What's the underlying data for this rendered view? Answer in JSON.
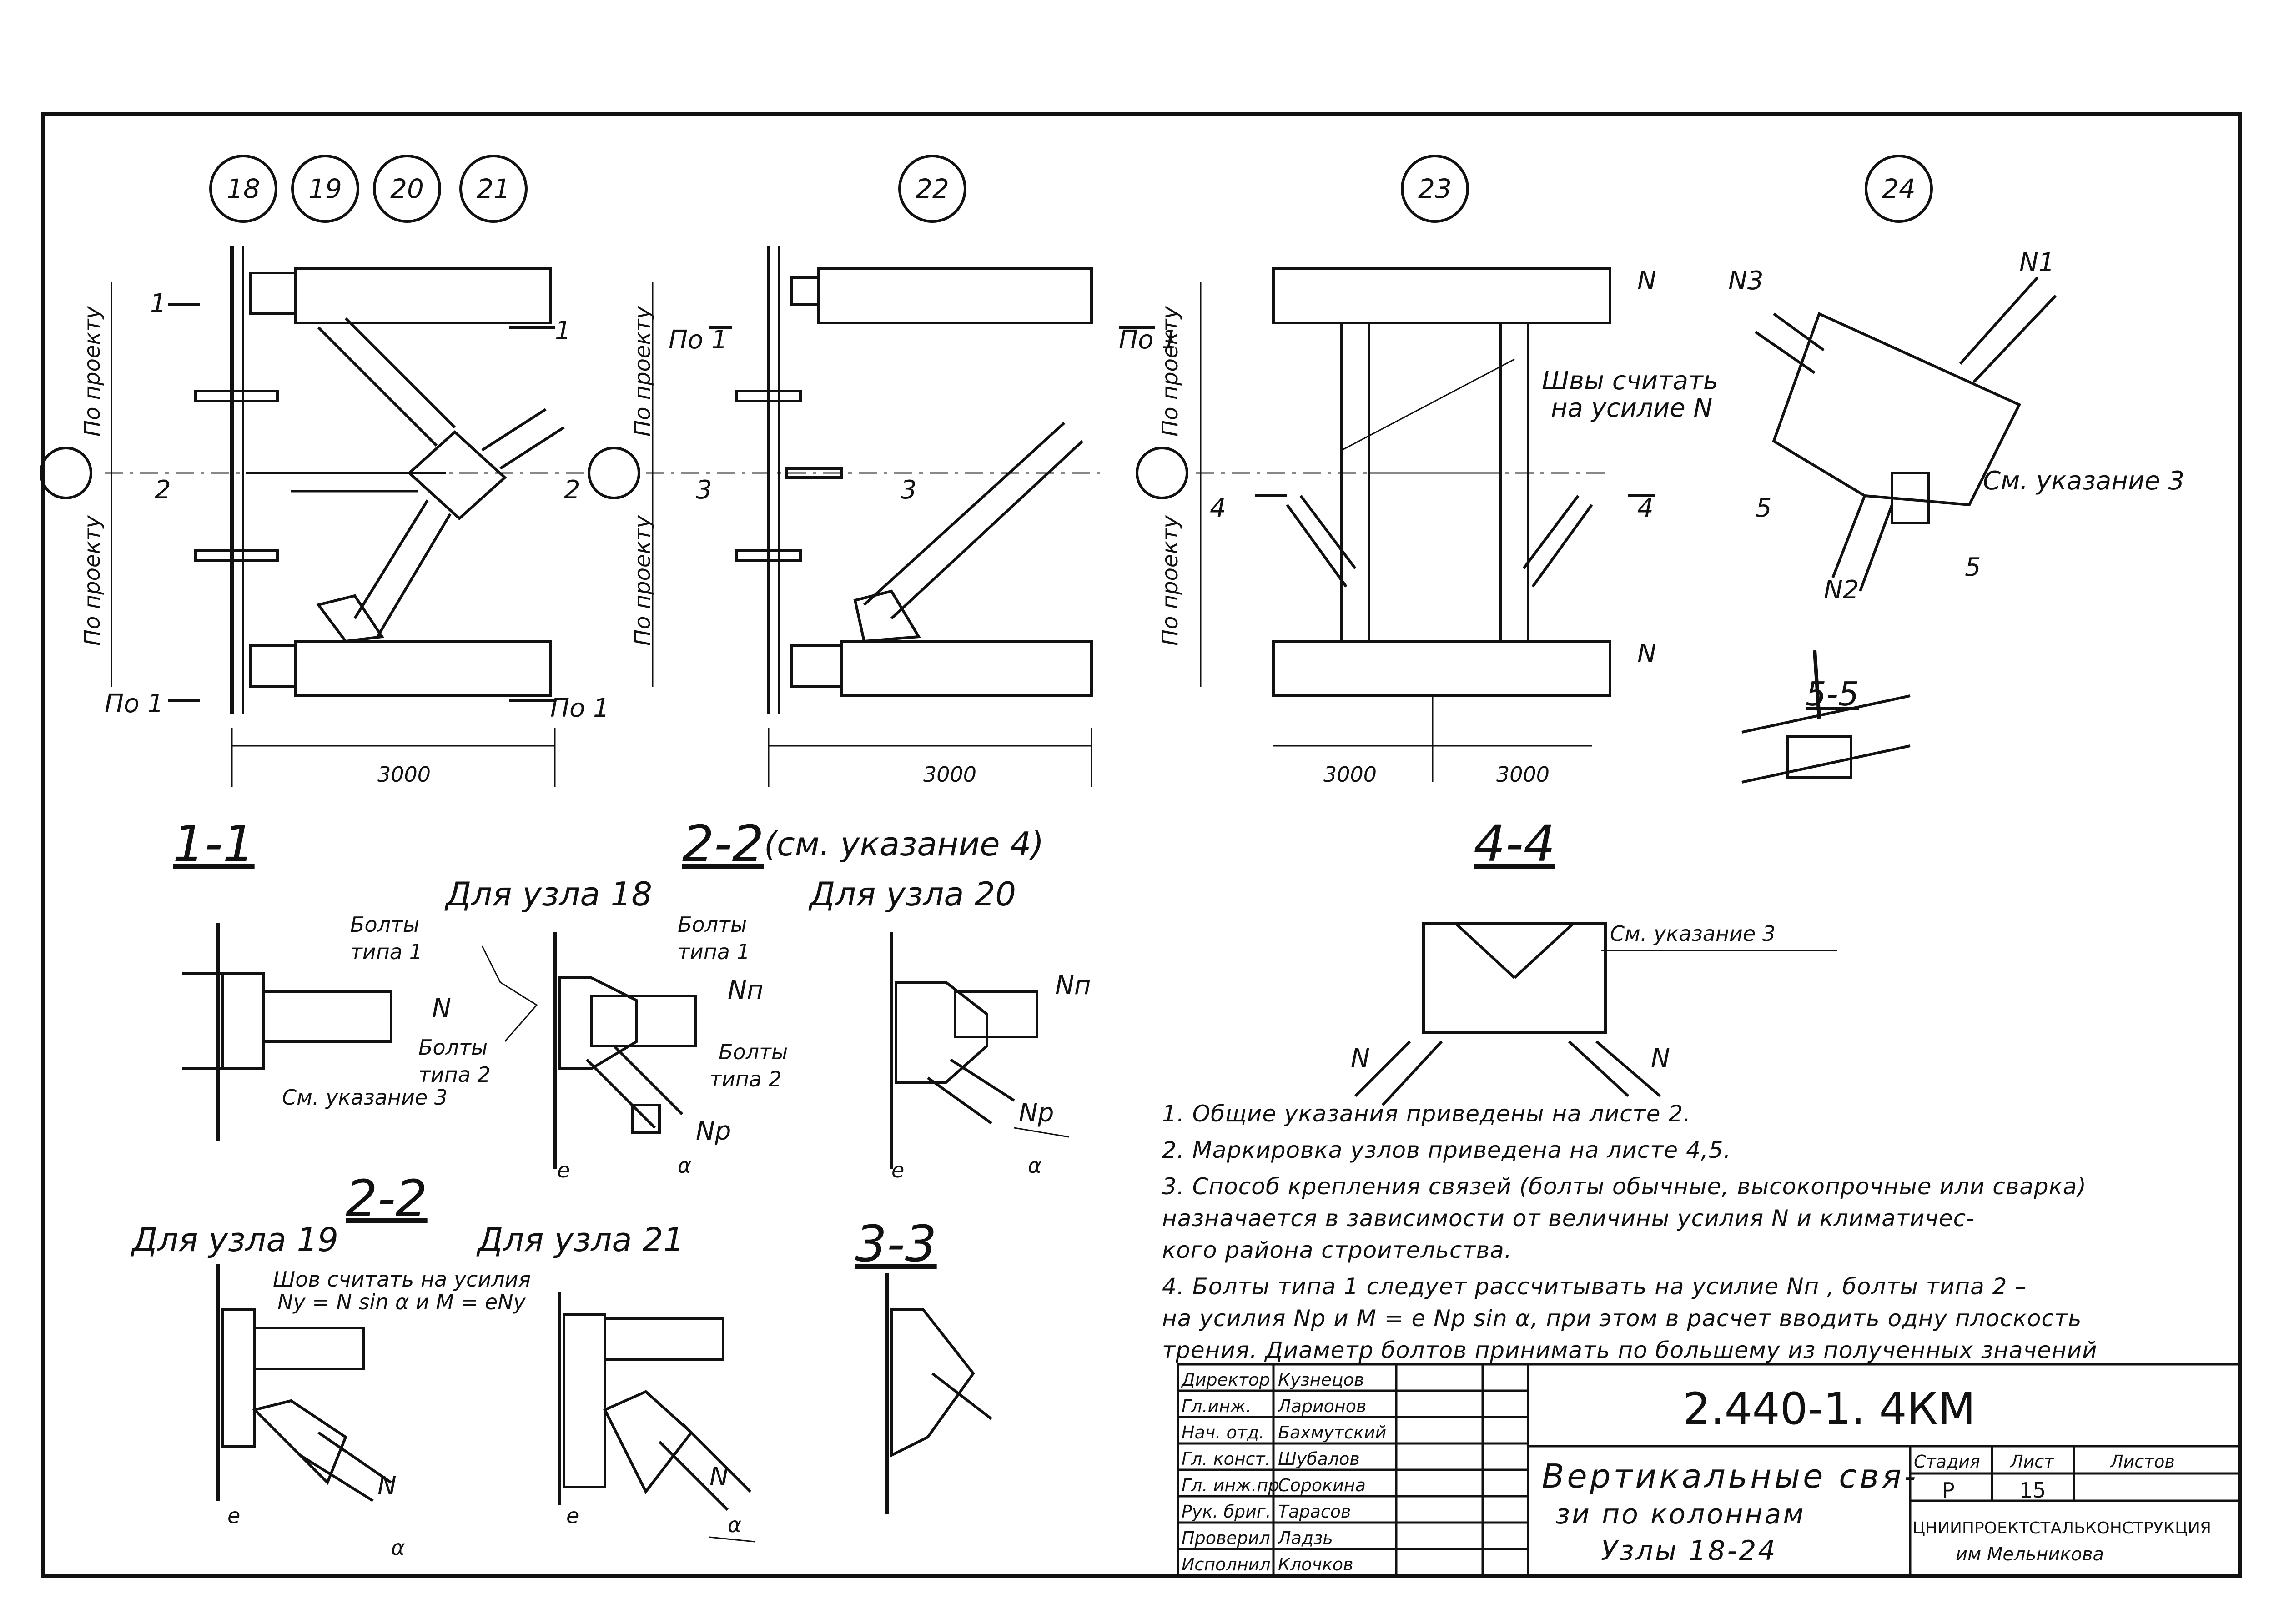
{
  "node_markers": [
    "18",
    "19",
    "20",
    "21",
    "22",
    "23",
    "24"
  ],
  "dims": {
    "po_proektu": "По проекту",
    "dim_3000": "3000"
  },
  "section_marks": {
    "s1": "1",
    "s2": "2",
    "s3": "3",
    "s4": "4",
    "s5": "5",
    "po1": "По 1"
  },
  "node23": {
    "weld_note_1": "Швы считать",
    "weld_note_2": "на усилие N",
    "force": "N"
  },
  "node24": {
    "n1": "N1",
    "n2": "N2",
    "n3": "N3",
    "ref": "См. указание 3",
    "section": "5-5"
  },
  "sections": {
    "s11": "1-1",
    "s22_ref": "2-2",
    "s22_ref_note": "(см. указание 4)",
    "s44": "4-4",
    "s22": "2-2",
    "s33": "3-3",
    "for_node18": "Для узла 18",
    "for_node20": "Для узла 20",
    "for_node19": "Для узла 19",
    "for_node21": "Для узла 21"
  },
  "labels": {
    "bolts_type1_a": "Болты",
    "bolts_type1_b": "типа 1",
    "bolts_type2_a": "Болты",
    "bolts_type2_b": "типа 2",
    "see_note3": "См. указание 3",
    "N": "N",
    "Nn": "Nп",
    "Np": "Np",
    "e": "e",
    "alpha": "α",
    "weld_a": "Шов считать на усилия",
    "weld_b": "Ny = N sin α  и  M = eNy"
  },
  "notes": [
    "1. Общие   указания   приведены   на   листе  2.",
    "2. Маркировка   узлов  приведена   на   листе 4,5.",
    "3. Способ   крепления   связей (болты обычные,  высокопрочные  или сварка)",
    "назначается   в  зависимости   от   величины   усилия N  и   климатичес-",
    "кого    района    строительства.",
    "4. Болты   типа 1  следует  рассчитывать   на усилие  Nп , болты  типа 2 –",
    "на  усилия  Np и  M = e Np sin α,  при  этом  в расчет  вводить   одну  плоскость",
    "трения. Диаметр  болтов  принимать  по  большему  из  полученных  значений"
  ],
  "title_block": {
    "roles": [
      "Директор",
      "Гл.инж.",
      "Нач. отд.",
      "Гл. конст.",
      "Гл. инж.пр.",
      "Рук. бриг.",
      "Проверил",
      "Исполнил"
    ],
    "names": [
      "Кузнецов",
      "Ларионов",
      "Бахмутский",
      "Шубалов",
      "Сорокина",
      "Тарасов",
      "Ладзь",
      "Клочков"
    ],
    "doc_code": "2.440-1.  4КМ",
    "title_l1": "Вертикальные свя-",
    "title_l2": "зи  по  колоннам",
    "title_l3": "Узлы  18-24",
    "stage_h": "Стадия",
    "sheet_h": "Лист",
    "sheets_h": "Листов",
    "stage_v": "Р",
    "sheet_v": "15",
    "sheets_v": "",
    "org_1": "ЦНИИПРОЕКТСТАЛЬКОНСТРУКЦИЯ",
    "org_2": "им  Мельникова"
  }
}
